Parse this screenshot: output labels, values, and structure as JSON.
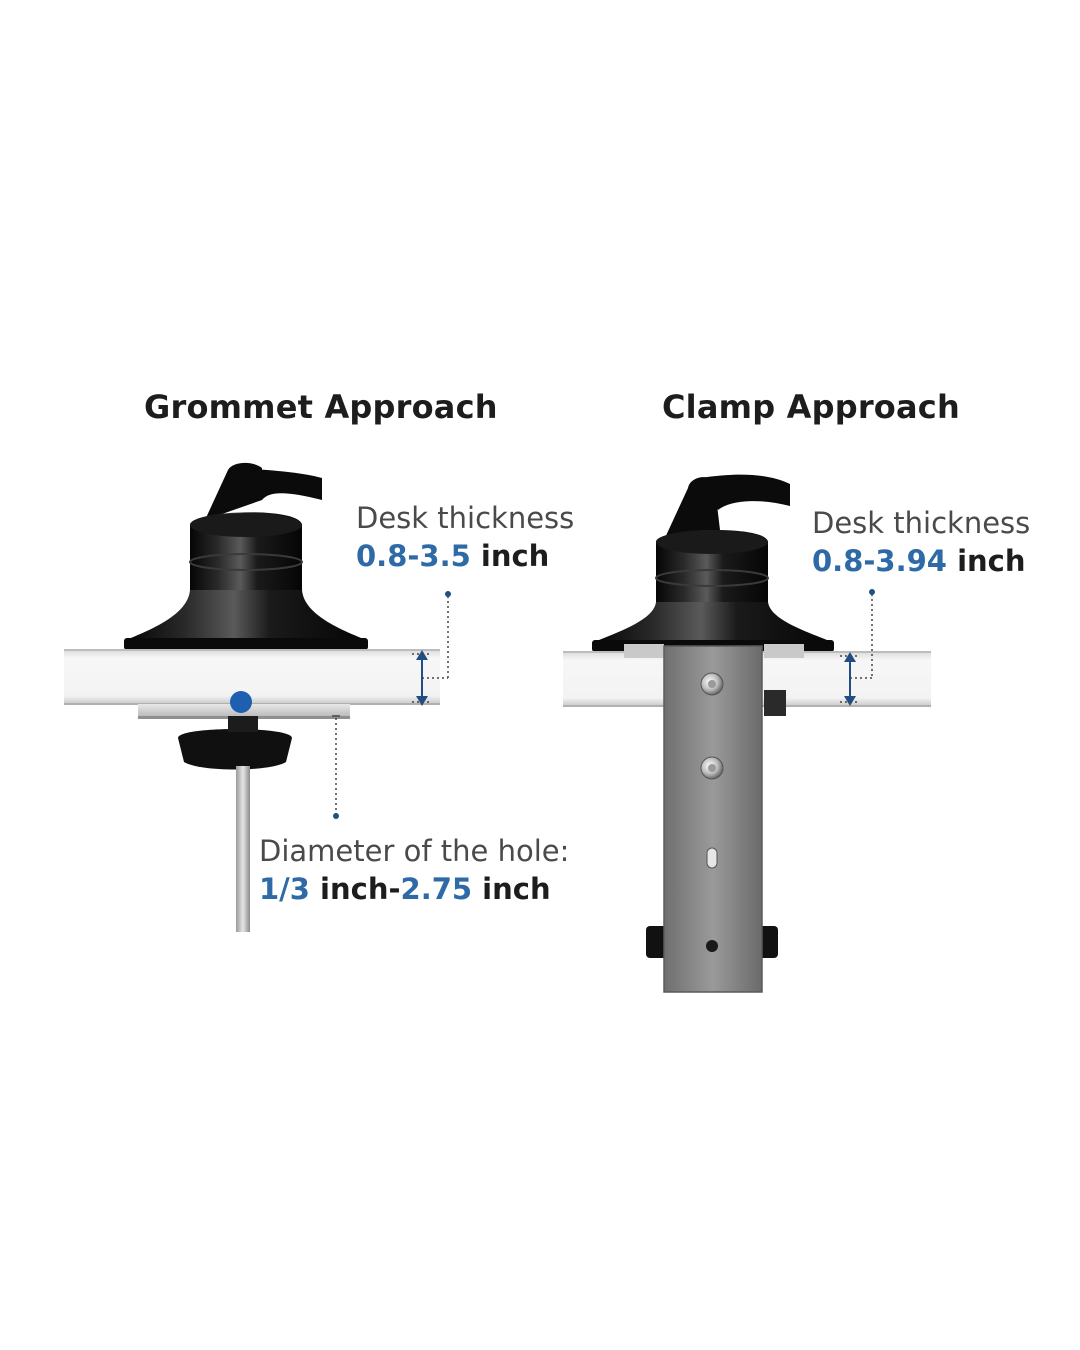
{
  "grommet": {
    "heading": "Grommet Approach",
    "desk_thickness_label": "Desk thickness",
    "desk_thickness_range": "0.8-3.5",
    "desk_thickness_unit": " inch",
    "hole_label": "Diameter of the hole:",
    "hole_min": "1/3",
    "hole_mid": " inch-",
    "hole_max": "2.75",
    "hole_unit": " inch"
  },
  "clamp": {
    "heading": "Clamp Approach",
    "desk_thickness_label": "Desk thickness",
    "desk_thickness_range": "0.8-3.94",
    "desk_thickness_unit": " inch"
  },
  "colors": {
    "accent": "#2e6aa6",
    "dot": "#1f5fb0",
    "text": "#1d1d1d",
    "label": "#4a4a4a",
    "mount_black": "#0d0d0d",
    "desk": "#f2f2f2",
    "clamp_plate": "#8a8a8a"
  }
}
